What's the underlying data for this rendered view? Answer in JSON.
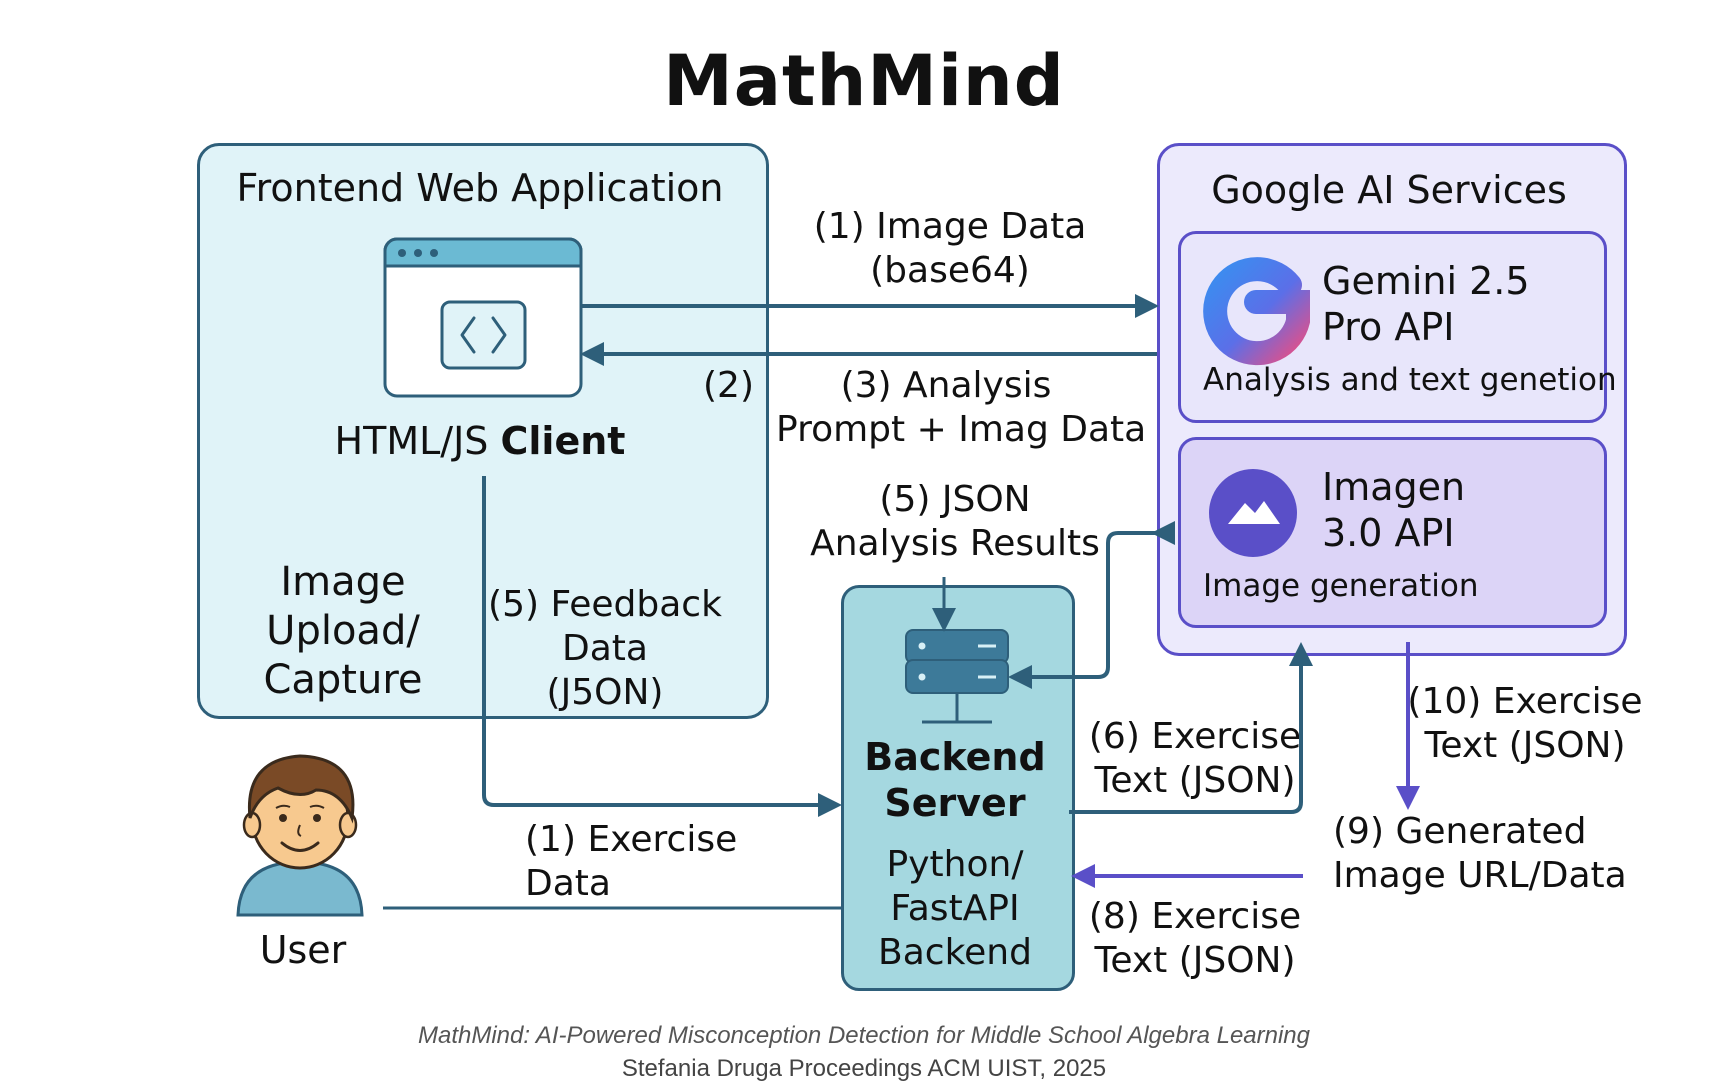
{
  "title": "MathMind",
  "frontend": {
    "heading": "Frontend Web Application",
    "client_label_a": "HTML/JS ",
    "client_label_b": "Client",
    "upload_label": "Image\nUpload/\nCapture"
  },
  "google": {
    "heading": "Google AI Services",
    "gemini": {
      "name": "Gemini 2.5\nPro API",
      "desc": "Analysis and text genetion"
    },
    "imagen": {
      "name": "Imagen\n3.0 API",
      "desc": "Image generation"
    }
  },
  "backend": {
    "name": "Backend\nServer",
    "stack": "Python/\nFastAPI\nBackend"
  },
  "user": {
    "label": "User"
  },
  "edges": {
    "image_data": "(1) Image Data\n(base64)",
    "step2": "(2)",
    "analysis_prompt": "(3) Analysis\nPrompt + Imag Data",
    "json_results": "(5) JSON\nAnalysis Results",
    "feedback": "(5) Feedback\nData\n(J5ON)",
    "exercise_data": "(1) Exercise\nData",
    "exercise_text_6": "(6) Exercise\nText (JSON)",
    "exercise_text_10": "(10) Exercise\nText (JSON)",
    "generated_image": "(9) Generated\nImage URL/Data",
    "exercise_text_8": "(8) Exercise\nText (JSON)"
  },
  "caption": {
    "line1": "MathMind: AI-Powered Misconception Detection for Middle School Algebra Learning",
    "line2": "Stefania Druga  Proceedings ACM UIST, 2025"
  },
  "colors": {
    "frontend_fill": "#e0f3f8",
    "stroke_teal": "#2e5f7a",
    "google_fill": "#eceafc",
    "purple": "#5a4fc8",
    "backend_fill": "#a5d8e0"
  }
}
